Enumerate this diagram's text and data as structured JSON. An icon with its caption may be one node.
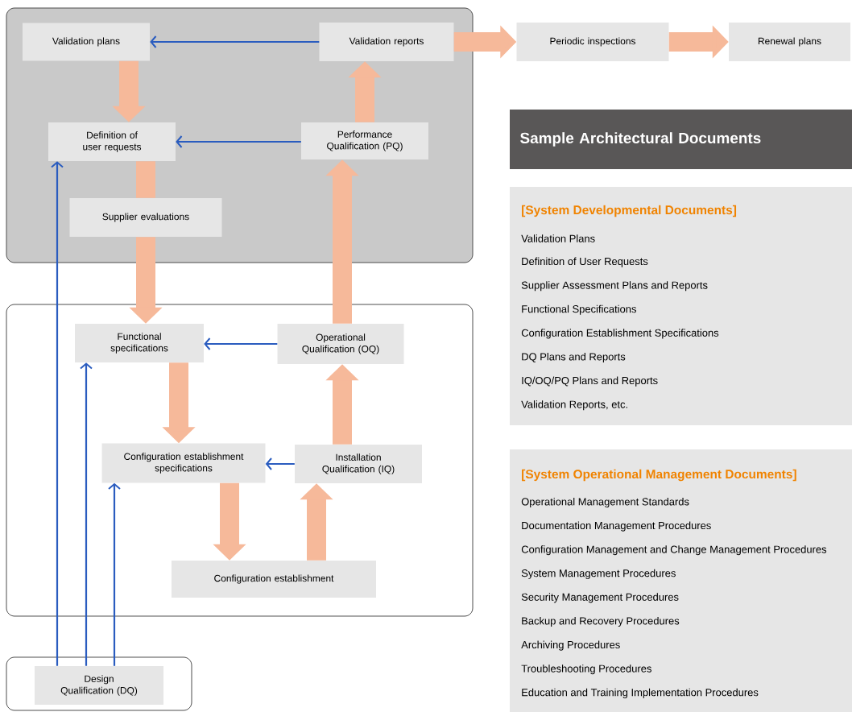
{
  "diagram": {
    "nodes": [
      {
        "text": [],
        "shape": "box"
      },
      {
        "text": [
          "Validation plans"
        ],
        "in": 0
      },
      {
        "text": [
          "Validation reports"
        ],
        "in": 0
      },
      {
        "text": [
          "Definition of user requests"
        ],
        "in": 0
      },
      {
        "text": [
          "Performance Qualification (PQ)"
        ],
        "in": 0
      },
      {
        "text": [
          "Supplier evaluations"
        ],
        "in": 0
      },
      {
        "text": [
          "Periodic inspections"
        ]
      },
      {
        "text": [
          "Renewal plans"
        ]
      },
      {
        "text": [],
        "shape": "box"
      },
      {
        "text": [
          "Functional specifications"
        ],
        "in": 8
      },
      {
        "text": [
          "Operational Qualification (OQ)"
        ],
        "in": 8
      },
      {
        "text": [
          "Configuration establishment specifications"
        ],
        "in": 8
      },
      {
        "text": [
          "Installation Qualification (IQ)"
        ],
        "in": 8
      },
      {
        "text": [
          "Configuration establishment"
        ],
        "in": 8
      },
      {
        "text": [],
        "shape": "box"
      },
      {
        "text": [
          "Design Qualification (DQ)"
        ],
        "in": 14
      },
      {
        "text": [
          "Sample Architectural Documents"
        ]
      },
      {
        "text": [
          "[System Developmental Documents]",
          "Validation Plans",
          "Definition of User Requests",
          "Supplier Assessment Plans and Reports",
          "Functional Specifications",
          "Configuration Establishment Specifications",
          "DQ Plans and Reports",
          "IQ/OQ/PQ Plans and Reports",
          "Validation Reports, etc."
        ]
      },
      {
        "text": [
          "[System Operational Management Documents]",
          "Operational Management Standards",
          "Documentation Management Procedures",
          "Configuration Management and Change Management Procedures",
          "System Management Procedures",
          "Security Management Procedures",
          "Backup and Recovery Procedures",
          "Archiving Procedures",
          "Troubleshooting Procedures",
          "Education and Training Implementation Procedures"
        ]
      }
    ],
    "edges": [
      {
        "from": 2,
        "to": 1,
        "arrow": "to",
        "color": "#2a5cbf"
      },
      {
        "from": 4,
        "to": 3,
        "arrow": "to",
        "color": "#2a5cbf"
      },
      {
        "from": 10,
        "to": 9,
        "arrow": "to",
        "color": "#2a5cbf"
      },
      {
        "from": 12,
        "to": 11,
        "arrow": "to",
        "color": "#2a5cbf"
      },
      {
        "from": 15,
        "to": 3,
        "arrow": "to",
        "color": "#2a5cbf"
      },
      {
        "from": 15,
        "to": 9,
        "arrow": "to",
        "color": "#2a5cbf"
      },
      {
        "from": 15,
        "to": 11,
        "arrow": "to",
        "color": "#2a5cbf"
      },
      {
        "from": 1,
        "to": 3,
        "arrow": "to"
      },
      {
        "from": 3,
        "to": 5,
        "arrow": "none"
      },
      {
        "from": 5,
        "to": 9,
        "arrow": "to"
      },
      {
        "from": 9,
        "to": 11,
        "arrow": "to"
      },
      {
        "from": 11,
        "to": 13,
        "arrow": "to"
      },
      {
        "from": 13,
        "to": 12,
        "arrow": "to"
      },
      {
        "from": 12,
        "to": 10,
        "arrow": "to"
      },
      {
        "from": 10,
        "to": 4,
        "arrow": "to"
      },
      {
        "from": 4,
        "to": 2,
        "arrow": "to"
      },
      {
        "from": 2,
        "to": 6,
        "arrow": "to"
      },
      {
        "from": 6,
        "to": 7,
        "arrow": "to"
      }
    ]
  }
}
